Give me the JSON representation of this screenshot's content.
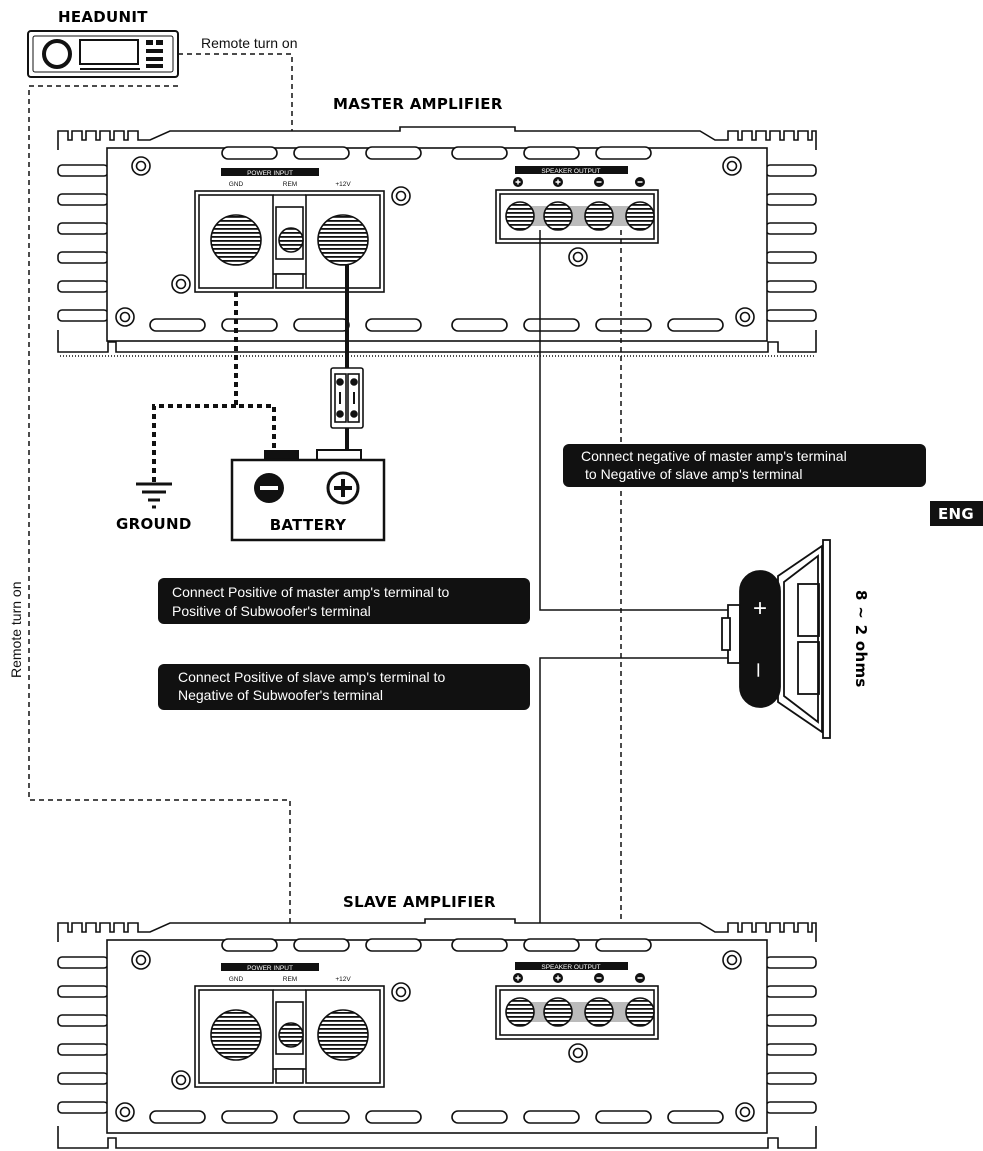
{
  "labels": {
    "headunit": "HEADUNIT",
    "remote_top": "Remote turn on",
    "remote_side": "Remote turn on",
    "master_amp": "MASTER AMPLIFIER",
    "slave_amp": "SLAVE AMPLIFIER",
    "ground": "GROUND",
    "battery": "BATTERY",
    "eng_badge": "ENG",
    "impedance": "8 ~ 2 ohms",
    "speaker_plus": "+",
    "speaker_minus": "–"
  },
  "panels": {
    "power_input": "POWER INPUT",
    "speaker_output": "SPEAKER OUTPUT",
    "gnd": "GND",
    "rem": "REM",
    "v12": "+12V"
  },
  "notes": {
    "neg_master_l1": "Connect negative of master amp's terminal",
    "neg_master_l2": "to Negative of slave amp's terminal",
    "pos_master_l1": "Connect Positive of master amp's terminal to",
    "pos_master_l2": "Positive of Subwoofer's terminal",
    "pos_slave_l1": "Connect Positive of slave amp's terminal to",
    "pos_slave_l2": "Negative of Subwoofer's terminal"
  },
  "colors": {
    "ink": "#111111",
    "callout_bg": "#111111",
    "callout_text": "#ffffff",
    "terminal_gray": "#bbbbbb"
  }
}
